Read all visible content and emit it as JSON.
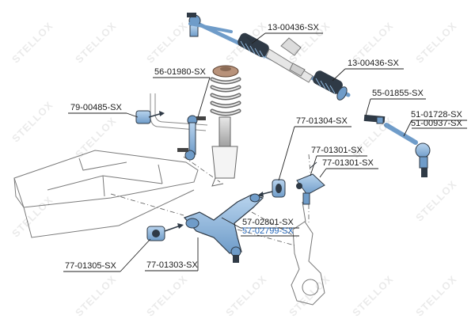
{
  "watermark": {
    "text": "STELLOX"
  },
  "colors": {
    "part_blue": "#8fb8de",
    "part_dark": "#2f3a46",
    "spring_brown": "#b8927a",
    "highlight_text": "#1f63b8"
  },
  "labels": {
    "tie_rod_end_left": "13-00436-SX",
    "tie_rod_end_right": "13-00436-SX",
    "stabilizer_link": "56-01980-SX",
    "stabilizer_bushing": "79-00485-SX",
    "inner_tie_rod": "55-01855-SX",
    "outer_tie_rod_a": "51-01728-SX",
    "outer_tie_rod_b": "51-00937-SX",
    "arm_bushing_rear": "77-01304-SX",
    "arm_bushing_upper_a": "77-01301-SX",
    "arm_bushing_upper_b": "77-01301-SX",
    "control_arm_a": "57-02801-SX",
    "control_arm_b": "57-02799-SX",
    "arm_bushing_front": "77-01305-SX",
    "arm_bushing_lower": "77-01303-SX"
  }
}
